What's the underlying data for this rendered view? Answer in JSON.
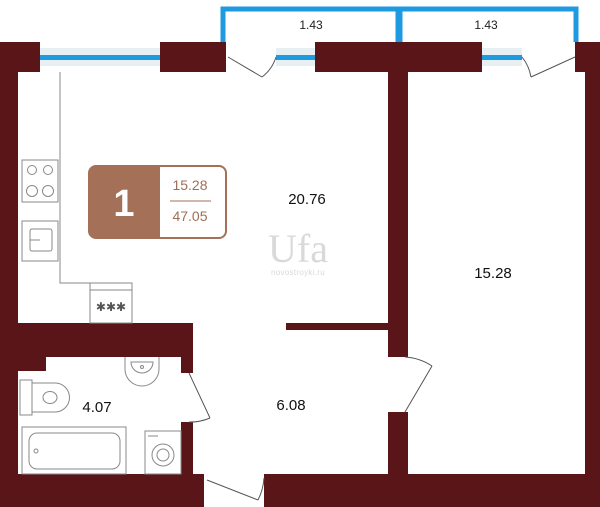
{
  "rooms": {
    "living_room_area": "20.76",
    "bedroom_area": "15.28",
    "bathroom_area": "4.07",
    "hallway_area": "6.08"
  },
  "balconies": {
    "left_area": "1.43",
    "right_area": "1.43"
  },
  "badge": {
    "room_count": "1",
    "living_area": "15.28",
    "total_area": "47.05"
  },
  "watermark": {
    "logo_text": "Ufa",
    "site_text": "novostroyki.ru"
  },
  "colors": {
    "wall": "#5a1519",
    "window_glass": "#1e9be0",
    "balcony_outline": "#1e9be0",
    "badge_fill": "#a47158",
    "badge_text": "#a06e55"
  }
}
